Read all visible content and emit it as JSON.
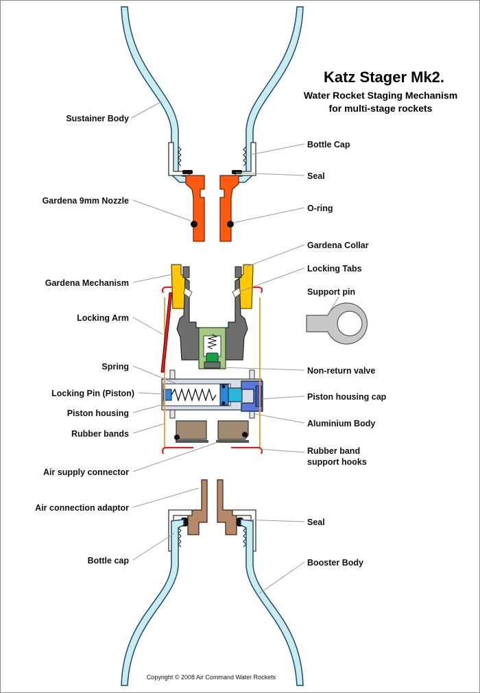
{
  "title": "Katz Stager Mk2.",
  "subtitle_line1": "Water Rocket Staging Mechanism",
  "subtitle_line2": "for multi-stage rockets",
  "copyright": "Copyright © 2008 Air Command Water Rockets",
  "labels_left": {
    "sustainer_body": "Sustainer Body",
    "gardena_nozzle": "Gardena 9mm Nozzle",
    "gardena_mechanism": "Gardena Mechanism",
    "locking_arm": "Locking Arm",
    "spring": "Spring",
    "locking_pin": "Locking Pin (Piston)",
    "piston_housing": "Piston housing",
    "rubber_bands": "Rubber bands",
    "air_supply_connector": "Air supply connector",
    "air_connection_adaptor": "Air connection adaptor",
    "bottle_cap_lower": "Bottle cap"
  },
  "labels_right": {
    "bottle_cap_upper": "Bottle Cap",
    "seal_upper": "Seal",
    "o_ring": "O-ring",
    "gardena_collar": "Gardena Collar",
    "locking_tabs": "Locking Tabs",
    "support_pin": "Support pin",
    "non_return_valve": "Non-return valve",
    "piston_housing_cap": "Piston housing cap",
    "aluminium_body": "Aluminium Body",
    "rubber_band_hooks_line1": "Rubber band",
    "rubber_band_hooks_line2": "support hooks",
    "seal_lower": "Seal",
    "booster_body": "Booster Body"
  },
  "colors": {
    "bottle_fill": "#c8ecef",
    "nozzle_orange": "#ff5a10",
    "adaptor_brown": "#b48868",
    "connector_tan": "#a08a70",
    "gardena_yellow": "#ffc800",
    "mechanism_grey": "#6e6e6e",
    "valve_green": "#a8c888",
    "valve_core": "#18a048",
    "housing_blue": "#8fb4e8",
    "cap_blue": "#5a78e0",
    "hook_red": "#e02020",
    "band_orange": "#f0a040",
    "support_pin_grey": "#c8c8c8"
  },
  "icons": [
    "support-pin-icon",
    "spring-icon",
    "o-ring-icon"
  ]
}
